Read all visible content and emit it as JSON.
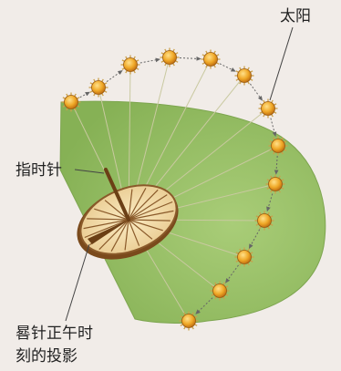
{
  "labels": {
    "sun": "太阳",
    "gnomon": "指时针",
    "shadow_line1": "晷针正午时",
    "shadow_line2": "刻的投影"
  },
  "colors": {
    "background": "#f1ece8",
    "ground": "#9cc36a",
    "dial_face": "#f3deb0",
    "dial_rim": "#8a5a2a",
    "sun_core": "#e8a020",
    "sun_ray": "#caa04a",
    "arrow": "#555555"
  },
  "icons": [
    "sun-icon",
    "gnomon-icon",
    "sundial-icon"
  ]
}
